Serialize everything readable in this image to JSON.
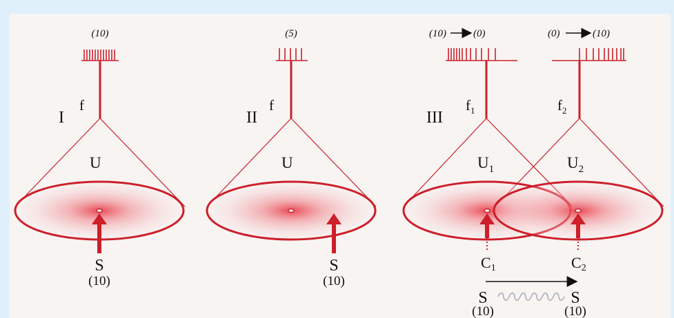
{
  "panels": [
    {
      "roman": "I",
      "fiber": "f",
      "fiber_sub": "",
      "field": "U",
      "field_sub": "",
      "rate": "(10)",
      "stimulus": "S",
      "stimulus_strength": "(10)"
    },
    {
      "roman": "II",
      "fiber": "f",
      "fiber_sub": "",
      "field": "U",
      "field_sub": "",
      "rate": "(5)",
      "stimulus": "S",
      "stimulus_strength": "(10)"
    },
    {
      "roman": "III",
      "fibers": [
        {
          "fiber": "f",
          "fiber_sub": "1",
          "field": "U",
          "field_sub": "1",
          "rate_from": "(10)",
          "rate_to": "(0)",
          "center": "C",
          "center_sub": "1"
        },
        {
          "fiber": "f",
          "fiber_sub": "2",
          "field": "U",
          "field_sub": "2",
          "rate_from": "(0)",
          "rate_to": "(10)",
          "center": "C",
          "center_sub": "2"
        }
      ],
      "stimulus_start": "S",
      "stimulus_start_strength": "(10)",
      "stimulus_end": "S",
      "stimulus_end_strength": "(10)"
    }
  ],
  "colors": {
    "background": "#dff0fb",
    "panel": "#f7f4f2",
    "accent": "#cc1f2a",
    "field_fill": "#e8414c"
  }
}
